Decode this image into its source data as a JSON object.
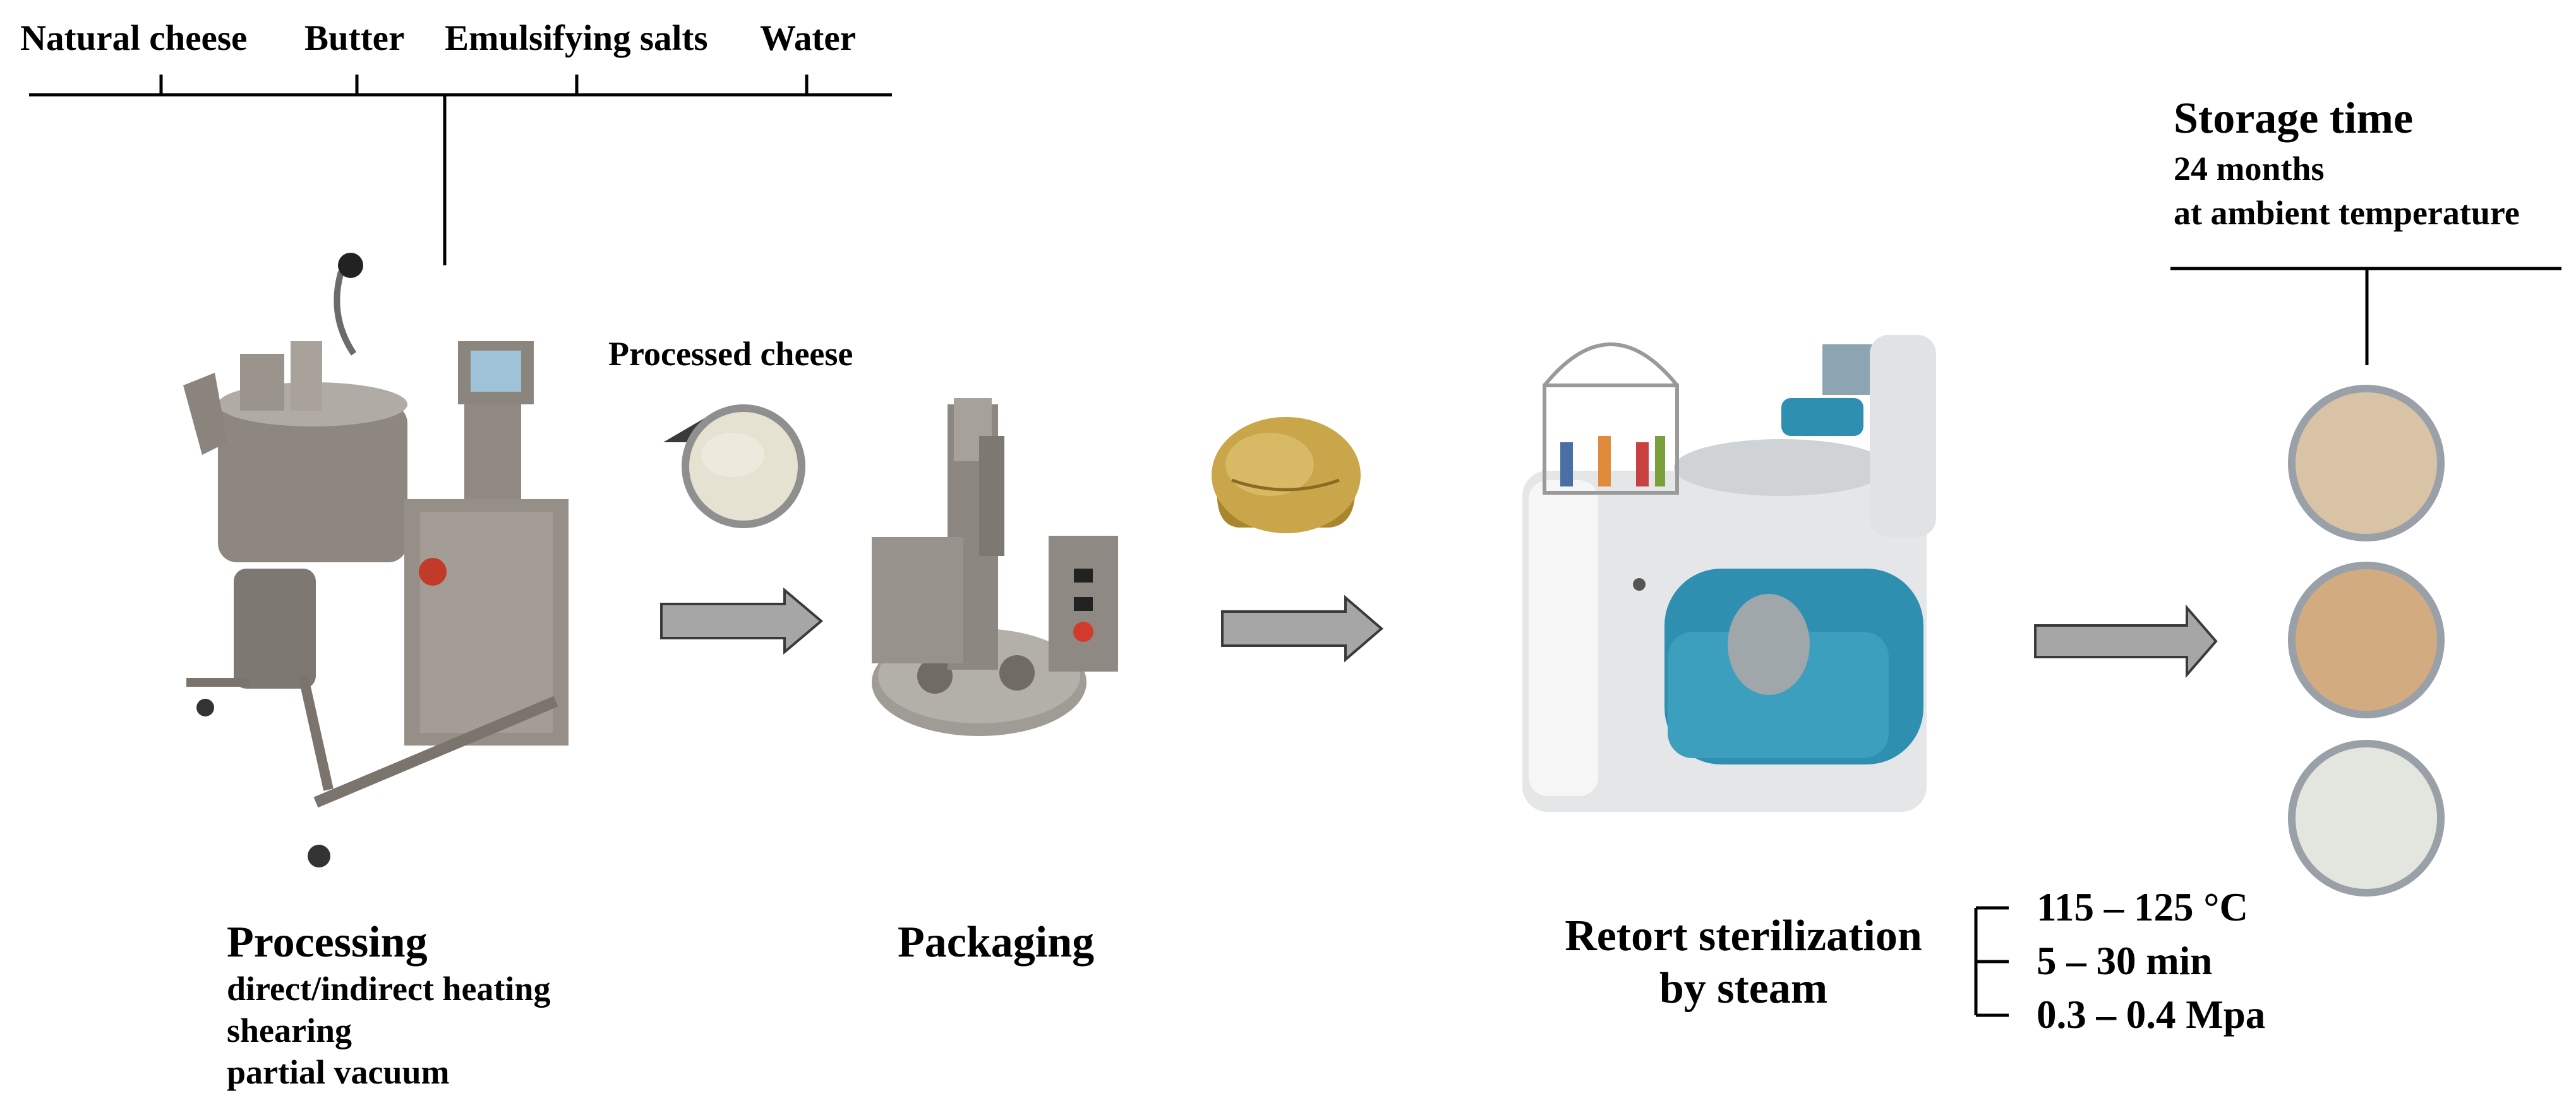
{
  "ingredients": {
    "natural_cheese": "Natural cheese",
    "butter": "Butter",
    "emulsifying_salts": "Emulsifying salts",
    "water": "Water"
  },
  "processed_cheese_label": "Processed cheese",
  "steps": {
    "processing": {
      "title": "Processing",
      "details": [
        "direct/indirect heating",
        "shearing",
        "partial vacuum"
      ]
    },
    "packaging": {
      "title": "Packaging"
    },
    "retort": {
      "title_line1": "Retort sterilization",
      "title_line2": "by steam"
    },
    "storage": {
      "title": "Storage time",
      "line1": "24 months",
      "line2": "at ambient temperature"
    }
  },
  "sterilization_conditions": [
    "115 – 125 °C",
    "5 – 30 min",
    "0.3 – 0.4 Mpa"
  ],
  "colors": {
    "arrow_fill": "#a6a6a6",
    "arrow_stroke": "#3a3a3a",
    "retort_accent": "#2f8fb0",
    "foil_gold": "#c9a64a",
    "cheese_light": "#e6e2d2",
    "cheese_tan": "#d9c3a6",
    "cheese_amber": "#d2ac80",
    "cheese_pale": "#e3e6df",
    "steel": "#9a948c"
  },
  "icons": {
    "processing_machine": "cheese-cooker-machine-icon",
    "packaging_machine": "cup-sealing-machine-icon",
    "retort": "autoclave-icon"
  }
}
